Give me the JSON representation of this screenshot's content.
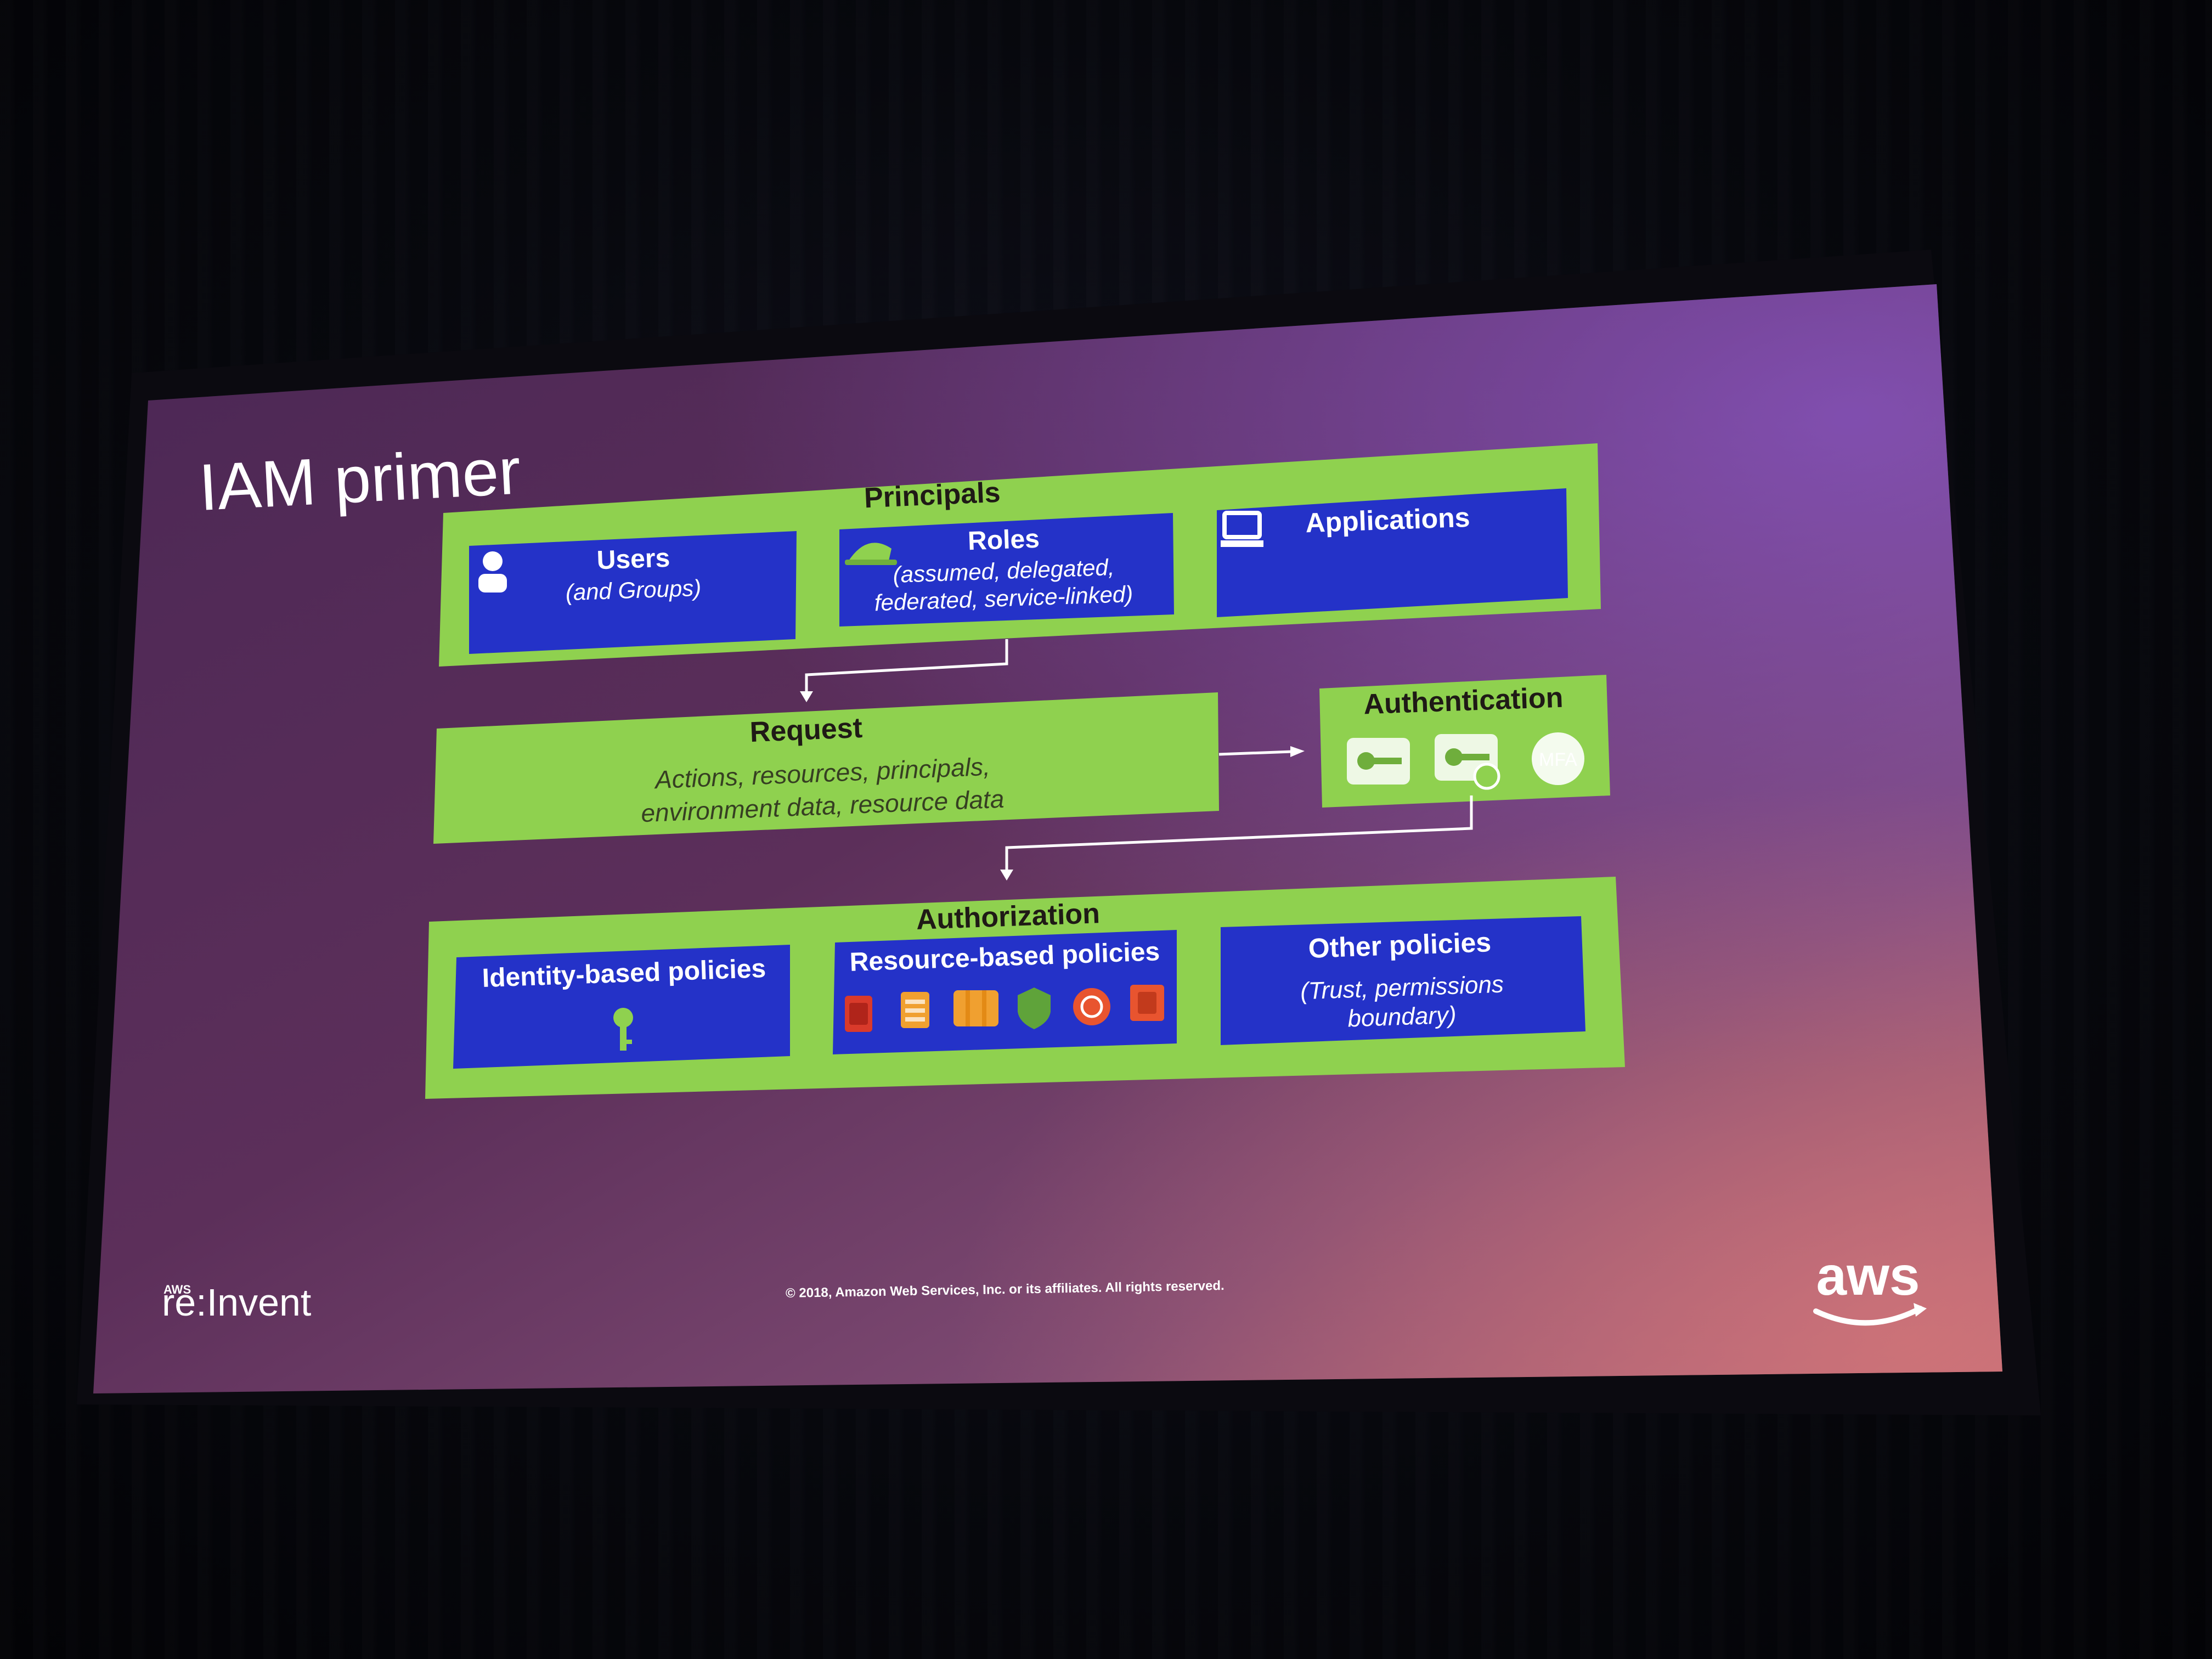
{
  "slide": {
    "title": "IAM primer",
    "principals": {
      "heading": "Principals",
      "users": {
        "label": "Users",
        "sub": "(and Groups)"
      },
      "roles": {
        "label": "Roles",
        "sub1": "(assumed, delegated,",
        "sub2": "federated, service-linked)"
      },
      "applications": {
        "label": "Applications"
      }
    },
    "request": {
      "heading": "Request",
      "line1": "Actions, resources, principals,",
      "line2": "environment data, resource data"
    },
    "authentication": {
      "heading": "Authentication",
      "mfa": "MFA"
    },
    "authorization": {
      "heading": "Authorization",
      "identity_policies": "Identity-based policies",
      "resource_policies": "Resource-based policies",
      "other_policies": {
        "label": "Other policies",
        "sub1": "(Trust, permissions",
        "sub2": "boundary)"
      }
    },
    "footer": {
      "event_small": "AWS",
      "event": "re:Invent",
      "copyright": "© 2018, Amazon Web Services, Inc. or its affiliates. All rights reserved.",
      "brand": "aws"
    },
    "colors": {
      "green": "#8fd14f",
      "blue": "#2432c8",
      "slide_bg_top": "#5b2f63",
      "slide_bg_bottom": "#9a5a72"
    }
  }
}
